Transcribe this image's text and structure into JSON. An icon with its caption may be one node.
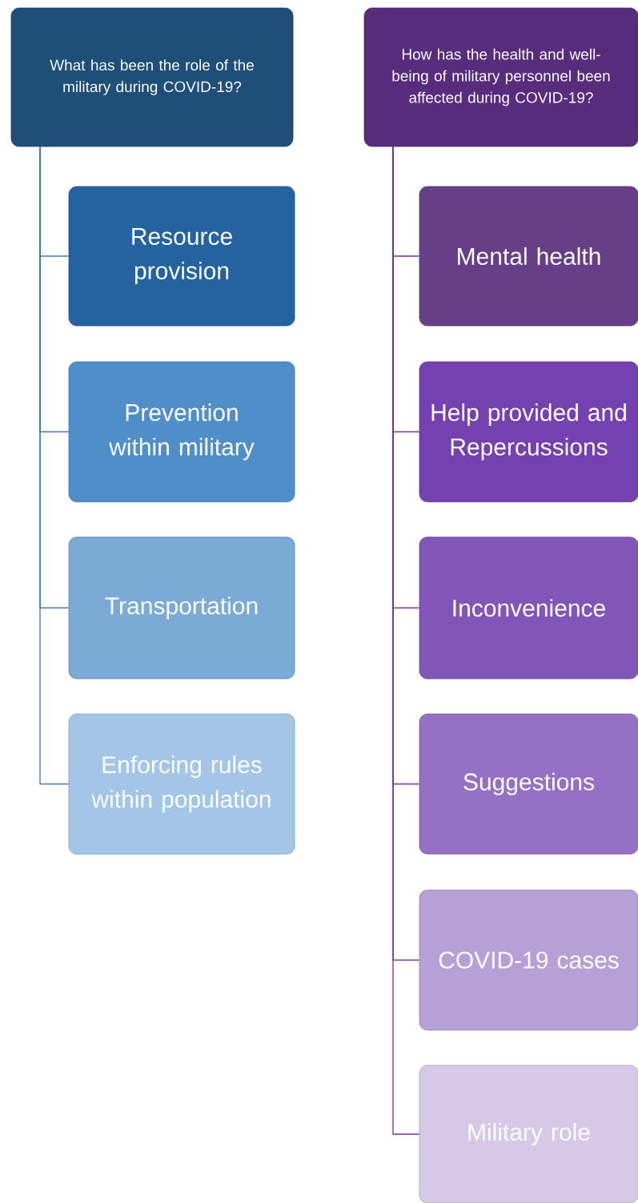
{
  "diagram": {
    "nodes": [
      {
        "text": [
          "What has been the role of the military during COVID-19?"
        ]
      },
      {
        "text": [
          "Resource provision"
        ]
      },
      {
        "text": [
          "Prevention within military"
        ]
      },
      {
        "text": [
          "Transportation"
        ]
      },
      {
        "text": [
          "Enforcing rules within population"
        ]
      },
      {
        "text": [
          "How has the health and well-being of military personnel been affected during COVID-19?"
        ]
      },
      {
        "text": [
          "Mental health"
        ]
      },
      {
        "text": [
          "Help provided and Repercussions"
        ]
      },
      {
        "text": [
          "Inconvenience"
        ]
      },
      {
        "text": [
          "Suggestions"
        ]
      },
      {
        "text": [
          "COVID-19 cases"
        ]
      },
      {
        "text": [
          "Military role"
        ]
      }
    ],
    "edges": [
      {
        "from": 0,
        "to": 1,
        "arrow": "none",
        "color": "#3d78b4"
      },
      {
        "from": 0,
        "to": 2,
        "arrow": "none",
        "color": "#3d78b4"
      },
      {
        "from": 0,
        "to": 3,
        "arrow": "none",
        "color": "#3d78b4"
      },
      {
        "from": 0,
        "to": 4,
        "arrow": "none",
        "color": "#3d78b4"
      },
      {
        "from": 5,
        "to": 6,
        "arrow": "none"
      },
      {
        "from": 5,
        "to": 7,
        "arrow": "none"
      },
      {
        "from": 5,
        "to": 8,
        "arrow": "none"
      },
      {
        "from": 5,
        "to": 9,
        "arrow": "none"
      },
      {
        "from": 5,
        "to": 10,
        "arrow": "none"
      },
      {
        "from": 5,
        "to": 11,
        "arrow": "none"
      }
    ]
  }
}
